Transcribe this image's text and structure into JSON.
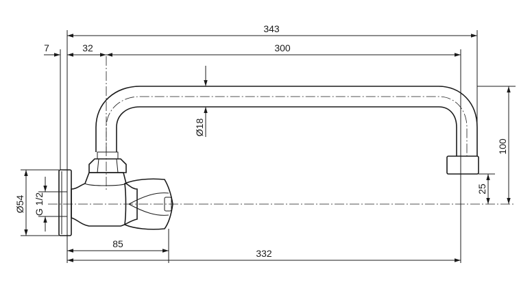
{
  "drawing": {
    "dimensions": {
      "overall_length": "343",
      "wall_offset": "7",
      "body_offset": "32",
      "spout_reach": "300",
      "pipe_diameter": "Ø18",
      "spout_height": "100",
      "outlet_height": "25",
      "flange_diameter": "Ø54",
      "thread_size": "G 1/2",
      "handle_length": "85",
      "base_length": "332"
    },
    "colors": {
      "line": "#1a1a1a",
      "background": "#ffffff"
    }
  }
}
